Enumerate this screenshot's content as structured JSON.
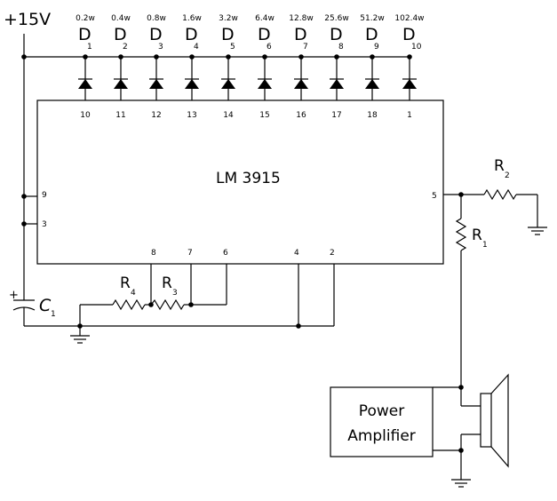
{
  "supply": {
    "label": "+15V"
  },
  "chip": {
    "label": "LM 3915"
  },
  "diodes": [
    {
      "letter": "D",
      "num": "1",
      "power": "0.2w",
      "pin": "10"
    },
    {
      "letter": "D",
      "num": "2",
      "power": "0.4w",
      "pin": "11"
    },
    {
      "letter": "D",
      "num": "3",
      "power": "0.8w",
      "pin": "12"
    },
    {
      "letter": "D",
      "num": "4",
      "power": "1.6w",
      "pin": "13"
    },
    {
      "letter": "D",
      "num": "5",
      "power": "3.2w",
      "pin": "14"
    },
    {
      "letter": "D",
      "num": "6",
      "power": "6.4w",
      "pin": "15"
    },
    {
      "letter": "D",
      "num": "7",
      "power": "12.8w",
      "pin": "16"
    },
    {
      "letter": "D",
      "num": "8",
      "power": "25.6w",
      "pin": "17"
    },
    {
      "letter": "D",
      "num": "9",
      "power": "51.2w",
      "pin": "18"
    },
    {
      "letter": "D",
      "num": "10",
      "power": "102.4w",
      "pin": "1"
    }
  ],
  "pins": {
    "p9": "9",
    "p3": "3",
    "p5": "5",
    "p8": "8",
    "p7": "7",
    "p6": "6",
    "p4": "4",
    "p2": "2"
  },
  "components": {
    "r1": {
      "letter": "R",
      "sub": "1"
    },
    "r2": {
      "letter": "R",
      "sub": "2"
    },
    "r3": {
      "letter": "R",
      "sub": "3"
    },
    "r4": {
      "letter": "R",
      "sub": "4"
    },
    "c1": {
      "letter": "C",
      "sub": "1",
      "polarity": "+"
    }
  },
  "amplifier": {
    "line1": "Power",
    "line2": "Amplifier"
  }
}
